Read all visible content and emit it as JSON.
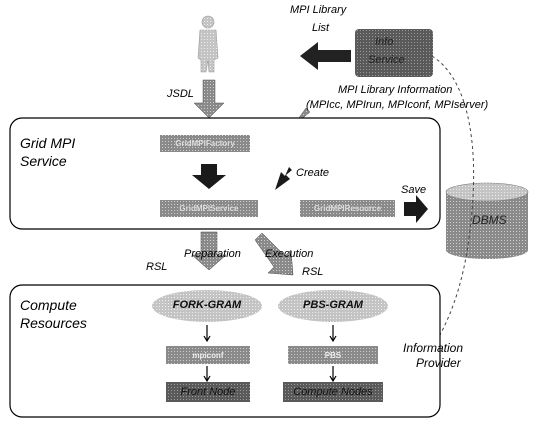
{
  "info_service": {
    "label_line1": "Info",
    "label_line2": "Service"
  },
  "mpi_library_list": {
    "line1": "MPI Library",
    "line2": "List"
  },
  "jsdl_label": "JSDL",
  "mpi_library_info": {
    "line1": "MPI Library Information",
    "line2": "(MPIcc, MPIrun, MPIconf, MPIserver)"
  },
  "grid_mpi_service": {
    "title_line1": "Grid MPI",
    "title_line2": "Service"
  },
  "nodes": {
    "factory": "GridMPIFactory",
    "service": "GridMPIService",
    "resource": "GridMPIResource",
    "mpiconf": "mpiconf",
    "pbs": "PBS",
    "front_node": "Front Node",
    "compute_nodes": "Compute Nodes"
  },
  "create_label": "Create",
  "save_label": "Save",
  "dbms_label": "DBMS",
  "preparation_label": "Preparation",
  "execution_label": "Execution",
  "rsl_left": "RSL",
  "rsl_right": "RSL",
  "compute_resources": {
    "title_line1": "Compute",
    "title_line2": "Resources"
  },
  "fork_gram": "FORK-GRAM",
  "pbs_gram": "PBS-GRAM",
  "information_provider": {
    "line1": "Information",
    "line2": "Provider"
  }
}
